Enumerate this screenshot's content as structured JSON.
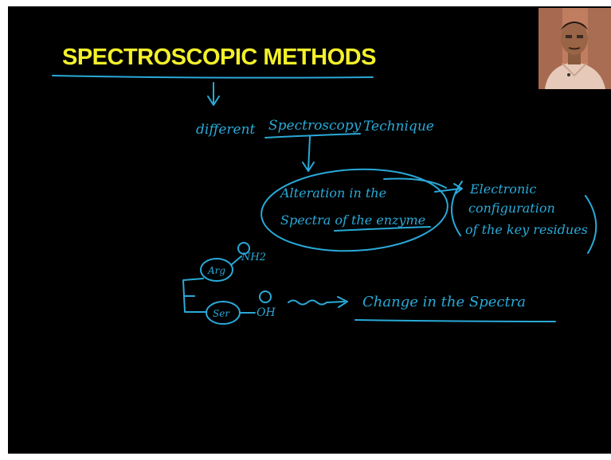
{
  "title": "SPECTROSCOPIC METHODS",
  "notes": {
    "line1_a": "different",
    "line1_b": "Spectroscopy",
    "line1_c": "Technique",
    "oval_line1": "Alteration in the",
    "oval_line2": "Spectra of the enzyme",
    "right_line1": "Electronic",
    "right_line2": "configuration",
    "right_line3": "of the key residues",
    "residue1": "Arg",
    "residue1_group": "NH2",
    "residue2": "Ser",
    "residue2_group": "OH",
    "result": "Change in the Spectra"
  },
  "colors": {
    "board": "#000000",
    "title": "#f3f02a",
    "ink": "#2aa9d8"
  },
  "icons": {
    "presenter": "presenter-webcam"
  }
}
